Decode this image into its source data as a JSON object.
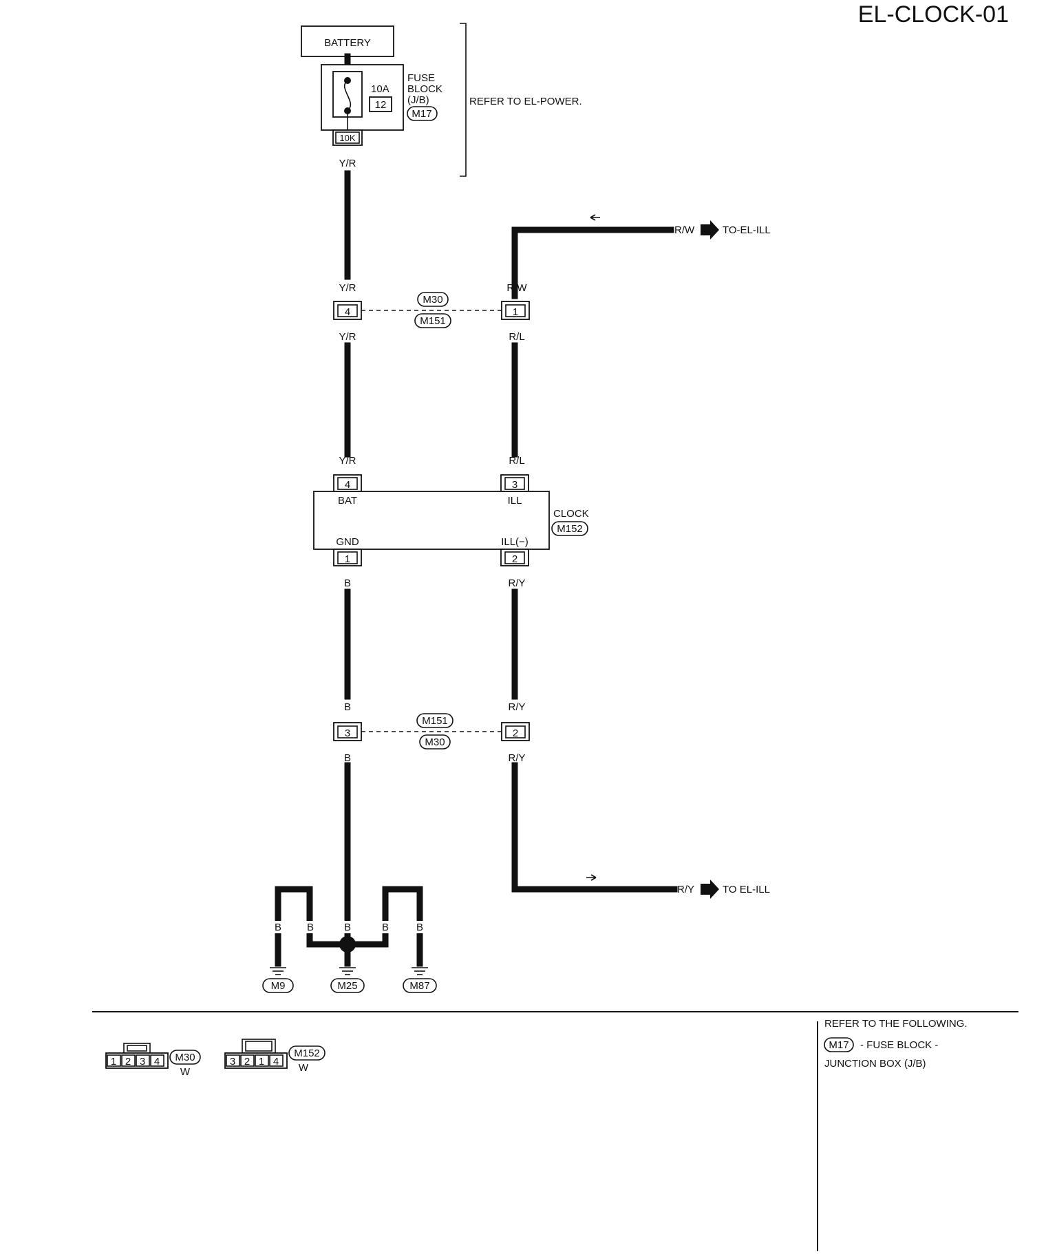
{
  "page_id": "EL-CLOCK-01",
  "battery": "BATTERY",
  "fuse": {
    "rating": "10A",
    "number": "12",
    "block_lines": [
      "FUSE",
      "BLOCK",
      "(J/B)"
    ],
    "connector": "M17",
    "terminal": "10K"
  },
  "refer_power": "REFER TO EL-POWER.",
  "wires": {
    "yr": "Y/R",
    "rw": "R/W",
    "rl": "R/L",
    "b": "B",
    "ry": "R/Y"
  },
  "to_ill_top": "TO-EL-ILL",
  "to_ill_bottom": "TO EL-ILL",
  "connectors": {
    "m30": "M30",
    "m151": "M151",
    "m152": "M152",
    "m9": "M9",
    "m25": "M25",
    "m87": "M87"
  },
  "pins": {
    "top_left": "4",
    "top_right": "1",
    "bottom_left": "3",
    "bottom_right": "2",
    "clock_bat": "4",
    "clock_ill": "3",
    "clock_gnd": "1",
    "clock_ill_neg": "2"
  },
  "clock": {
    "name": "CLOCK",
    "bat": "BAT",
    "ill": "ILL",
    "gnd": "GND",
    "ill_neg": "ILL(−)"
  },
  "legend": {
    "m30_pins": [
      "1",
      "2",
      "3",
      "4"
    ],
    "m152_pins": [
      "3",
      "2",
      "1",
      "4"
    ],
    "color": "W"
  },
  "refer_following": {
    "title": "REFER TO THE FOLLOWING.",
    "item_connector": "M17",
    "item_line1": "- FUSE BLOCK -",
    "item_line2": "JUNCTION BOX (J/B)"
  }
}
